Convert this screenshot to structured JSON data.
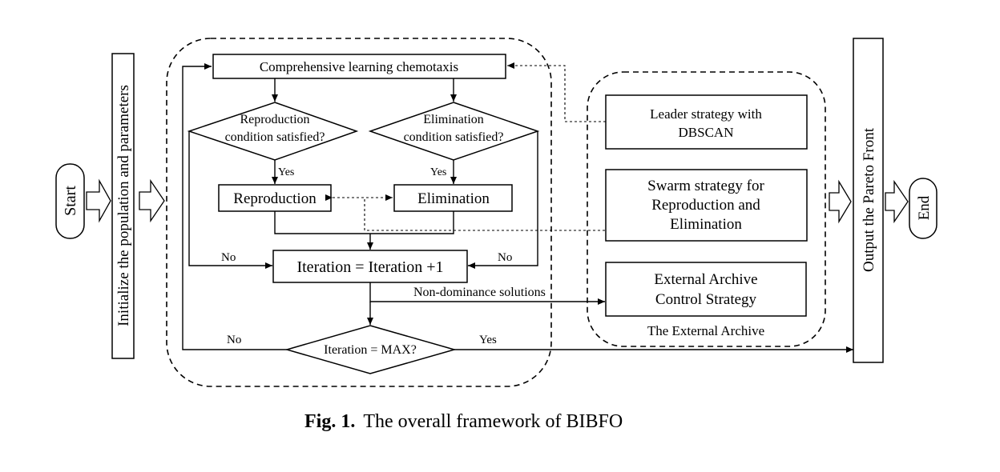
{
  "diagram": {
    "start": "Start",
    "init": "Initialize the population and parameters",
    "chemotaxis": "Comprehensive learning chemotaxis",
    "repro_cond_1": "Reproduction",
    "repro_cond_2": "condition satisfied?",
    "elim_cond_1": "Elimination",
    "elim_cond_2": "condition satisfied?",
    "yes_repro": "Yes",
    "yes_elim": "Yes",
    "reproduction": "Reproduction",
    "elimination": "Elimination",
    "no_left": "No",
    "no_right": "No",
    "iteration_update": "Iteration = Iteration +1",
    "non_dominance": "Non-dominance solutions",
    "no_max": "No",
    "max_check": "Iteration = MAX?",
    "yes_max": "Yes",
    "leader_1": "Leader strategy with",
    "leader_2": "DBSCAN",
    "swarm_1": "Swarm strategy for",
    "swarm_2": "Reproduction and",
    "swarm_3": "Elimination",
    "archive_1": "External Archive",
    "archive_2": "Control Strategy",
    "archive_group": "The External Archive",
    "output": "Output the Pareto Front",
    "end": "End"
  },
  "caption": {
    "label": "Fig. 1.",
    "text": "The overall framework of BIBFO"
  }
}
